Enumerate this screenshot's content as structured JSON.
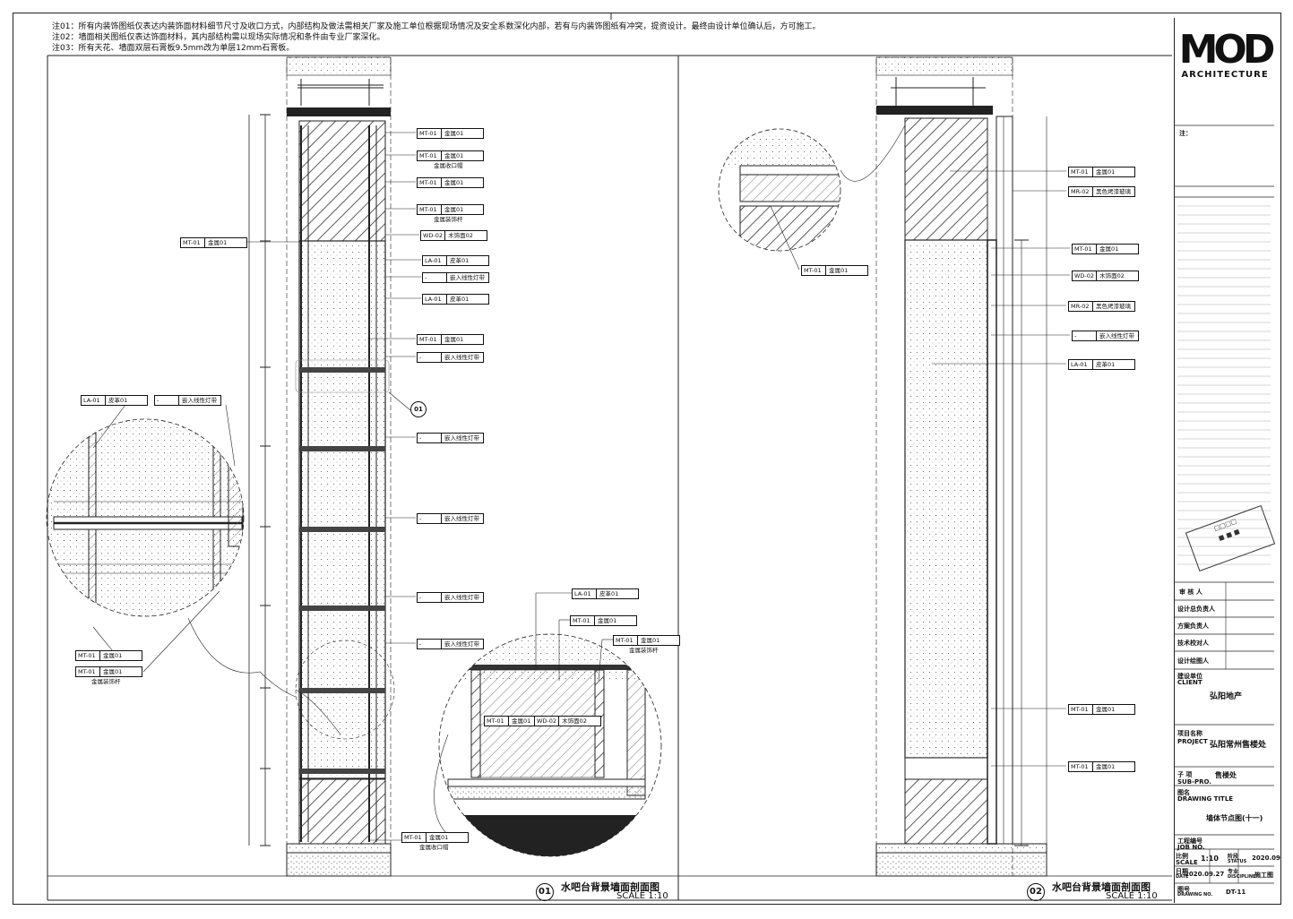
{
  "notes": [
    "注01：所有内装饰图纸仅表达内装饰面材料细节尺寸及收口方式，内部结构及做法需相关厂家及施工单位根据现场情况及安全系数深化内部，若有与内装饰图纸有冲突，提资设计。最终由设计单位确认后，方可施工。",
    "注02：墙面相关图纸仅表达饰面材料，其内部结构需以现场实际情况和条件由专业厂家深化。",
    "注03：所有天花、墙面双层石膏板9.5mm改为单层12mm石膏板。"
  ],
  "drawing1": {
    "number": "01",
    "title": "水吧台背景墙面剖面图",
    "scale": "SCALE  1:10",
    "callout": "01",
    "tags": [
      {
        "code": "MT-01",
        "text": "金属01"
      },
      {
        "code": "MT-01",
        "text": "金属01",
        "sub": "金属收口帽"
      },
      {
        "code": "MT-01",
        "text": "金属01"
      },
      {
        "code": "MT-01",
        "text": "金属01",
        "sub": "金属装饰杆"
      },
      {
        "code": "WD-02",
        "text": "木饰面02"
      },
      {
        "code": "LA-01",
        "text": "皮革01"
      },
      {
        "code": "-",
        "text": "嵌入线性灯带"
      },
      {
        "code": "LA-01",
        "text": "皮革01"
      },
      {
        "code": "MT-01",
        "text": "金属01"
      },
      {
        "code": "-",
        "text": "嵌入线性灯带"
      },
      {
        "code": "-",
        "text": "嵌入线性灯带"
      },
      {
        "code": "-",
        "text": "嵌入线性灯带"
      },
      {
        "code": "-",
        "text": "嵌入线性灯带"
      },
      {
        "code": "-",
        "text": "嵌入线性灯带"
      },
      {
        "code": "MT-01",
        "text": "金属01",
        "sub": "金属收口帽"
      }
    ],
    "left_tag": {
      "code": "MT-01",
      "text": "金属01"
    },
    "detail_left_tags": [
      {
        "code": "LA-01",
        "text": "皮革01"
      },
      {
        "code": "-",
        "text": "嵌入线性灯带"
      },
      {
        "code": "MT-01",
        "text": "金属01"
      },
      {
        "code": "MT-01",
        "text": "金属01",
        "sub": "金属装饰杆"
      }
    ],
    "detail_right_tags": [
      {
        "code": "LA-01",
        "text": "皮革01"
      },
      {
        "code": "MT-01",
        "text": "金属01"
      },
      {
        "code": "MT-01",
        "text": "金属01",
        "sub": "金属装饰杆"
      },
      {
        "code": "MT-01",
        "text": "金属01"
      },
      {
        "code": "WD-02",
        "text": "木饰面02"
      }
    ]
  },
  "drawing2": {
    "number": "02",
    "title": "水吧台背景墙面剖面图",
    "scale": "SCALE  1:10",
    "tags": [
      {
        "code": "MT-01",
        "text": "金属01"
      },
      {
        "code": "MR-02",
        "text": "黑色烤漆玻璃"
      },
      {
        "code": "MT-01",
        "text": "金属01"
      },
      {
        "code": "WD-02",
        "text": "木饰面02"
      },
      {
        "code": "MR-02",
        "text": "黑色烤漆玻璃"
      },
      {
        "code": "-",
        "text": "嵌入线性灯带"
      },
      {
        "code": "LA-01",
        "text": "皮革01"
      },
      {
        "code": "MT-01",
        "text": "金属01"
      },
      {
        "code": "MT-01",
        "text": "金属01"
      }
    ],
    "detail_tag": {
      "code": "MT-01",
      "text": "金属01"
    }
  },
  "title_block": {
    "logo": "MOD",
    "logo_sub": "ARCHITECTURE",
    "notes_label": "注：",
    "roles": [
      "审 核 人",
      "设计总负责人",
      "方案负责人",
      "技术校对人",
      "设计绘图人"
    ],
    "client_label": "建设单位",
    "client_label_en": "CLIENT",
    "client": "弘阳地产",
    "project_label": "项目名称",
    "project_label_en": "PROJECT",
    "project": "弘阳常州售楼处",
    "subproject_label": "子 项",
    "subproject_label_en": "SUB-PRO.",
    "subproject": "售楼处",
    "drawing_title_label": "图名",
    "drawing_title_label_en": "DRAWING TITLE",
    "drawing_title": "墙体节点图(十一)",
    "job_label": "工程编号",
    "job_label_en": "JOB NO.",
    "scale_label": "比例",
    "scale_label_en": "SCALE",
    "scale_value": "1:10",
    "status_label": "阶段",
    "status_label_en": "STATUS",
    "status_value": "2020.09",
    "date_label": "日期",
    "date_label_en": "DATE",
    "date_value": "2020.09.27",
    "discipline_label": "专业",
    "discipline_label_en": "DISCIPLINE",
    "discipline_value": "施工图",
    "drawing_no_label": "图号",
    "drawing_no_label_en": "DRAWING NO.",
    "drawing_no_value": "DT-11"
  },
  "colors": {
    "line": "#111111",
    "hatch": "#333333",
    "grey": "#9a9a9a"
  }
}
